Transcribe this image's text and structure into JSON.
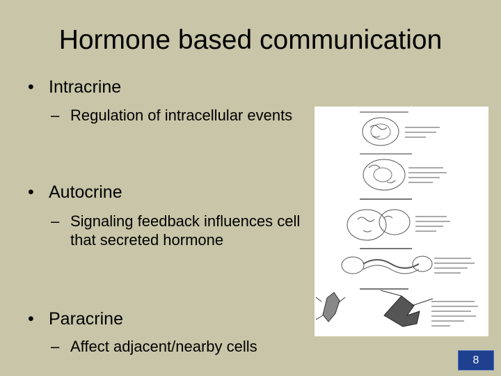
{
  "slide": {
    "title": "Hormone based communication",
    "page_number": "8",
    "bullets": [
      {
        "label": "Intracrine",
        "sub": "Regulation of intracellular events"
      },
      {
        "label": "Autocrine",
        "sub": "Signaling feedback influences cell that secreted hormone"
      },
      {
        "label": "Paracrine",
        "sub": "Affect adjacent/nearby cells"
      }
    ]
  },
  "colors": {
    "background": "#c9c5a8",
    "badge": "#1f3f8f"
  }
}
